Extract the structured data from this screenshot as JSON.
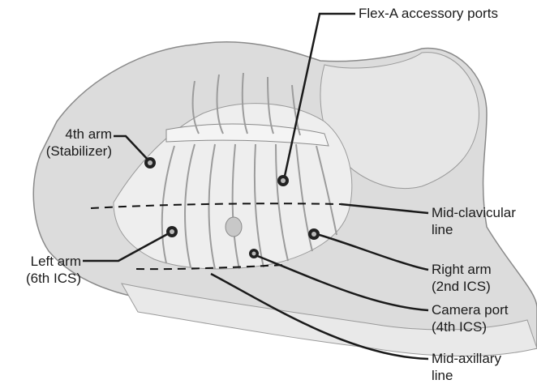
{
  "labels": {
    "flex_ports": {
      "line1": "Flex-A accessory ports"
    },
    "fourth_arm": {
      "line1": "4th arm",
      "line2": "(Stabilizer)"
    },
    "mid_clavicular": {
      "line1": "Mid-clavicular",
      "line2": "line"
    },
    "left_arm": {
      "line1": "Left arm",
      "line2": "(6th ICS)"
    },
    "right_arm": {
      "line1": "Right arm",
      "line2": "(2nd ICS)"
    },
    "camera_port": {
      "line1": "Camera port",
      "line2": "(4th ICS)"
    },
    "mid_axillary": {
      "line1": "Mid-axillary",
      "line2": "line"
    }
  },
  "colors": {
    "background": "#ffffff",
    "body_fill": "#dcdcdc",
    "body_outline": "#8a8a8a",
    "rib_fill": "#f2f2f2",
    "leader": "#1a1a1a"
  }
}
